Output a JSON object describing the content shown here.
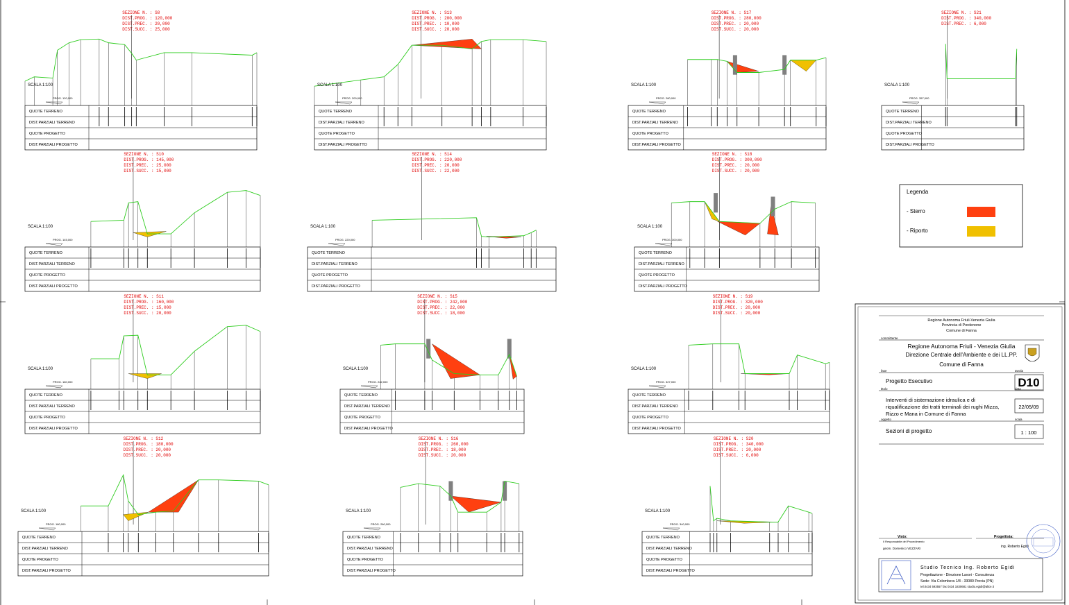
{
  "table_labels": [
    "QUOTE TERRENO",
    "DIST.PARZIALI TERRENO",
    "QUOTE PROGETTO",
    "DIST.PARZIALI PROGETTO"
  ],
  "scale_label": "SCALA 1:100",
  "colors": {
    "ground": "#2ecc1e",
    "sterro": "#ff4010",
    "riporto": "#f0c000",
    "header": "#e00000",
    "wall": "#808080"
  },
  "sections": [
    {
      "id": "S8",
      "col": 0,
      "row": 0,
      "head": [
        "SEZIONE N. : S8",
        "DIST.PROG. : 120,000",
        "DIST.PREC. : 20,000",
        "DIST.SUCC. : 25,000"
      ],
      "prog": "PROG. 120,000",
      "scale": "SCALA 1:100"
    },
    {
      "id": "S13",
      "col": 1,
      "row": 0,
      "head": [
        "SEZIONE N. : S13",
        "DIST.PROG. : 200,000",
        "DIST.PREC. : 10,000",
        "DIST.SUCC. : 20,000"
      ],
      "prog": "PROG. 200,000",
      "scale": "SCALA 1:100"
    },
    {
      "id": "S17",
      "col": 2,
      "row": 0,
      "head": [
        "SEZIONE N. : S17",
        "DIST.PROG. : 280,000",
        "DIST.PREC. : 20,000",
        "DIST.SUCC. : 20,000"
      ],
      "prog": "PROG. 280,000",
      "scale": "SCALA 1:100"
    },
    {
      "id": "S21",
      "col": 3,
      "row": 0,
      "head": [
        "SEZIONE N. : S21",
        "DIST.PROG. : 340,000",
        "DIST.PREC. : 6,000"
      ],
      "prog": "PROG. 357,000",
      "scale": "SCALA 1:100"
    },
    {
      "id": "S10",
      "col": 0,
      "row": 1,
      "head": [
        "SEZIONE N. : S10",
        "DIST.PROG. : 145,000",
        "DIST.PREC. : 25,000",
        "DIST.SUCC. : 15,000"
      ],
      "prog": "PROG. 145,000",
      "scale": "SCALA 1:100"
    },
    {
      "id": "S14",
      "col": 1,
      "row": 1,
      "head": [
        "SEZIONE N. : S14",
        "DIST.PROG. : 220,000",
        "DIST.PREC. : 20,000",
        "DIST.SUCC. : 22,000"
      ],
      "prog": "PROG. 220,000",
      "scale": "SCALA 1:100"
    },
    {
      "id": "S18",
      "col": 2,
      "row": 1,
      "head": [
        "SEZIONE N. : S18",
        "DIST.PROG. : 300,000",
        "DIST.PREC. : 20,000",
        "DIST.SUCC. : 20,000"
      ],
      "prog": "PROG. 300,000",
      "scale": "SCALA 1:100"
    },
    {
      "id": "S11",
      "col": 0,
      "row": 2,
      "head": [
        "SEZIONE N. : S11",
        "DIST.PROG. : 160,000",
        "DIST.PREC. : 15,000",
        "DIST.SUCC. : 20,000"
      ],
      "prog": "PROG. 160,000",
      "scale": "SCALA 1:100"
    },
    {
      "id": "S15",
      "col": 1,
      "row": 2,
      "head": [
        "SEZIONE N. : S15",
        "DIST.PROG. : 242,000",
        "DIST.PREC. : 22,000",
        "DIST.SUCC. : 18,000"
      ],
      "prog": "PROG. 242,000",
      "scale": "SCALA 1:100"
    },
    {
      "id": "S19",
      "col": 2,
      "row": 2,
      "head": [
        "SEZIONE N. : S19",
        "DIST.PROG. : 320,000",
        "DIST.PREC. : 20,000",
        "DIST.SUCC. : 20,000"
      ],
      "prog": "PROG. 327,000",
      "scale": "SCALA 1:100"
    },
    {
      "id": "S12",
      "col": 0,
      "row": 3,
      "head": [
        "SEZIONE N. : S12",
        "DIST.PROG. : 180,000",
        "DIST.PREC. : 20,000",
        "DIST.SUCC. : 20,000"
      ],
      "prog": "PROG. 180,000",
      "scale": "SCALA 1:100"
    },
    {
      "id": "S16",
      "col": 1,
      "row": 3,
      "head": [
        "SEZIONE N. : S16",
        "DIST.PROG. : 260,000",
        "DIST.PREC. : 18,000",
        "DIST.SUCC. : 20,000"
      ],
      "prog": "PROG. 260,000",
      "scale": "SCALA 1:100"
    },
    {
      "id": "S20",
      "col": 2,
      "row": 3,
      "head": [
        "SEZIONE N. : S20",
        "DIST.PROG. : 340,000",
        "DIST.PREC. : 20,000",
        "DIST.SUCC. : 6,000"
      ],
      "prog": "PROG. 340,000",
      "scale": "SCALA 1:100"
    }
  ],
  "legend": {
    "title": "Legenda",
    "items": [
      {
        "label": "- Sterro",
        "color": "#ff4010"
      },
      {
        "label": "- Riporto",
        "color": "#f0c000"
      }
    ]
  },
  "titleblock": {
    "header": [
      "Regione Autonoma Friuli-Venezia Giulia",
      "Provincia di Pordenone",
      "Comune di Fanna"
    ],
    "committente_label": "committente",
    "committente": [
      "Regione Autonoma Friuli - Venezia Giulia",
      "Direzione Centrale dell'Ambiente e dei LL.PP.",
      "Comune di Fanna"
    ],
    "fase_label": "fase",
    "fase": "Progetto Esecutivo",
    "tavola_label": "tavola",
    "tavola": "D10",
    "titolo_label": "titolo",
    "titolo": [
      "Interventi di sistemazione idraulica e di",
      "riqualificazione dei tratti terminali dei rughi Mizza,",
      "Rizzo e Mana in Comune di Fanna"
    ],
    "data_label": "data",
    "data": "22/05/09",
    "oggetto_label": "oggetto",
    "oggetto": "Sezioni di progetto",
    "scala_label": "scala",
    "scala": "1 : 100",
    "visto_label": "Visto:",
    "visto_sub": "Il Responsabile del Procedimento",
    "visto_name": "geom. Domenico VEZZARI",
    "progettista_label": "Progettista:",
    "progettista_name": "ing. Roberto Egidi",
    "studio": [
      "Studio Tecnico Ing. Roberto Egidi",
      "Progettazione - Direzione Lavori - Consulenza",
      "Sede: Via Colombera 1/8 - 33080 Porcia (PN)",
      "tel.0434 593557 fax 0434 1830681 studio.egidi@alice.it"
    ]
  }
}
